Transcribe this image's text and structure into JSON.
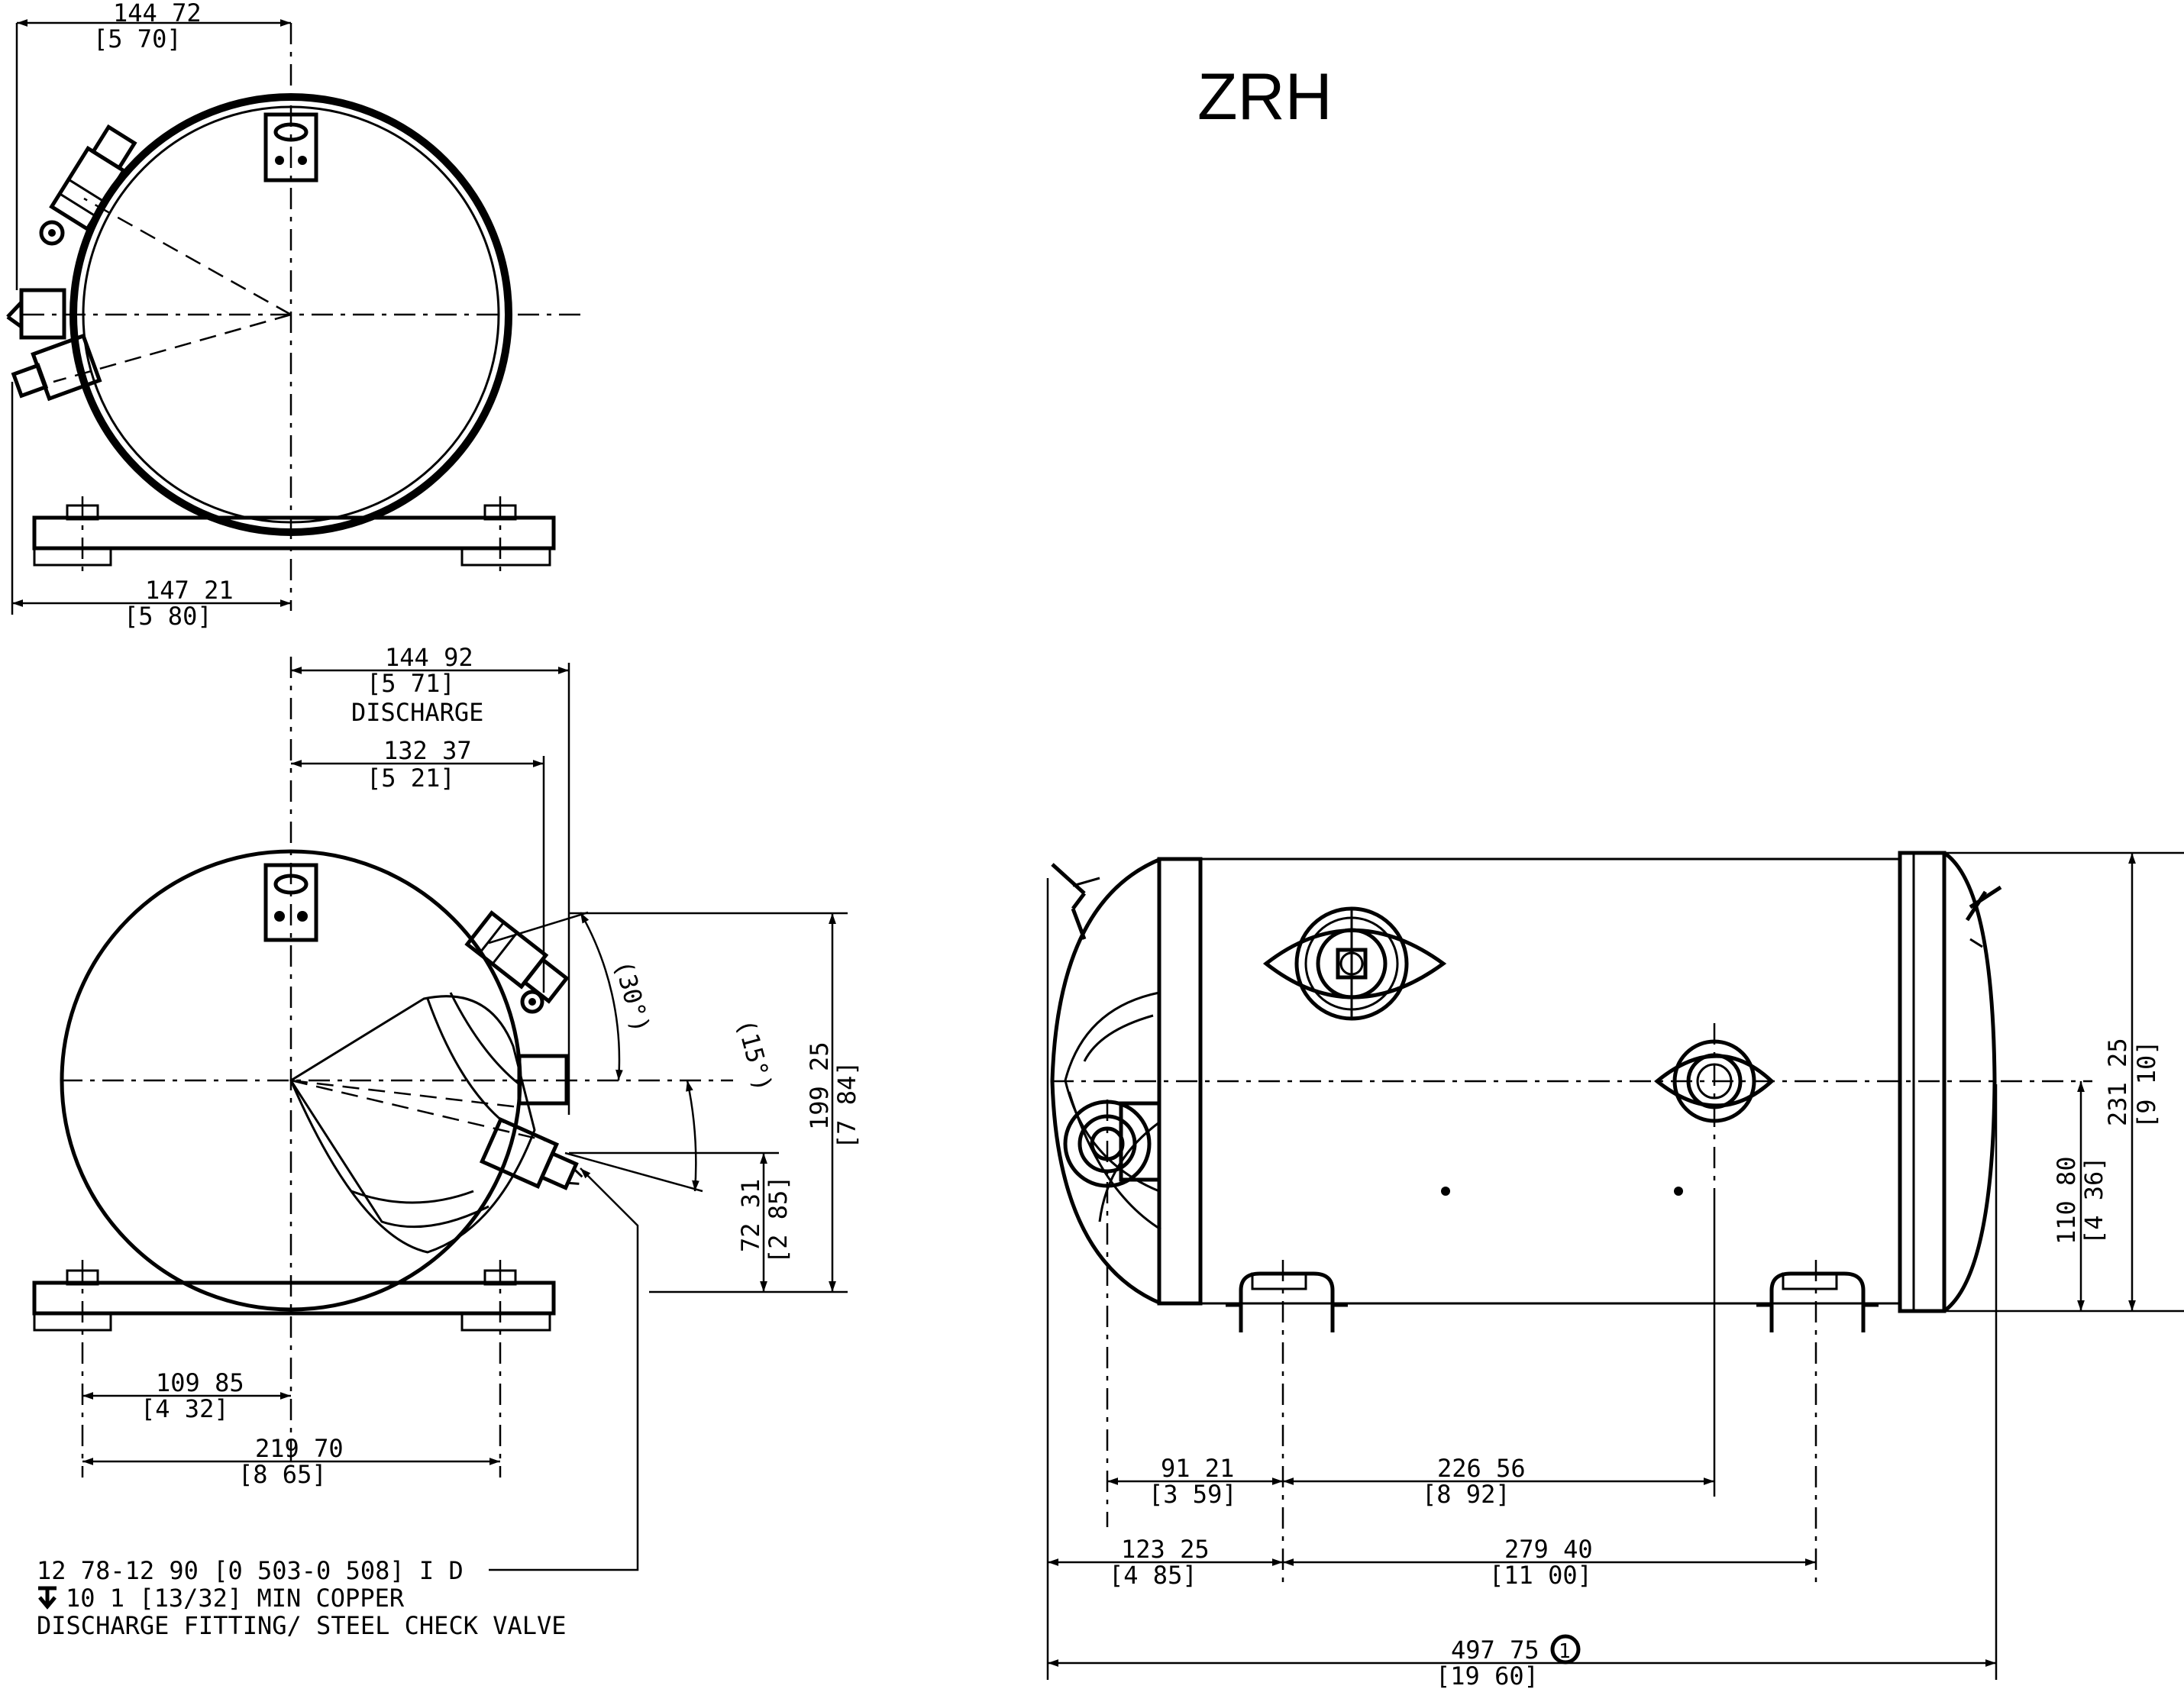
{
  "title": "ZRH",
  "top_view": {
    "width_mm": "144 72",
    "width_in": "[5 70]",
    "base_mm": "147 21",
    "base_in": "[5 80]"
  },
  "front_view": {
    "discharge_mm": "144 92",
    "discharge_in": "[5 71]",
    "discharge_label": "DISCHARGE",
    "suction_mm": "132 37",
    "suction_in": "[5 21]",
    "angle_30": "(30°)",
    "angle_15": "(15°)",
    "height_mm": "199 25",
    "height_in": "[7 84]",
    "fitting_height_mm": "72 31",
    "fitting_height_in": "[2 85]",
    "mount_half_mm": "109 85",
    "mount_half_in": "[4 32]",
    "mount_span_mm": "219 70",
    "mount_span_in": "[8 65]"
  },
  "note": {
    "line1": "12 78-12 90 [0 503-0 508] I D",
    "line2": "10 1 [13/32] MIN  COPPER",
    "line3": "DISCHARGE FITTING/ STEEL CHECK VALVE"
  },
  "side_view": {
    "d1_mm": "91 21",
    "d1_in": "[3 59]",
    "d2_mm": "226 56",
    "d2_in": "[8 92]",
    "d3_mm": "123 25",
    "d3_in": "[4 85]",
    "d4_mm": "279 40",
    "d4_in": "[11 00]",
    "total_mm": "497 75",
    "total_in": "[19 60]",
    "note_marker": "1",
    "height_mm": "231 25",
    "height_in": "[9 10]",
    "axis_mm": "110 80",
    "axis_in": "[4 36]"
  }
}
